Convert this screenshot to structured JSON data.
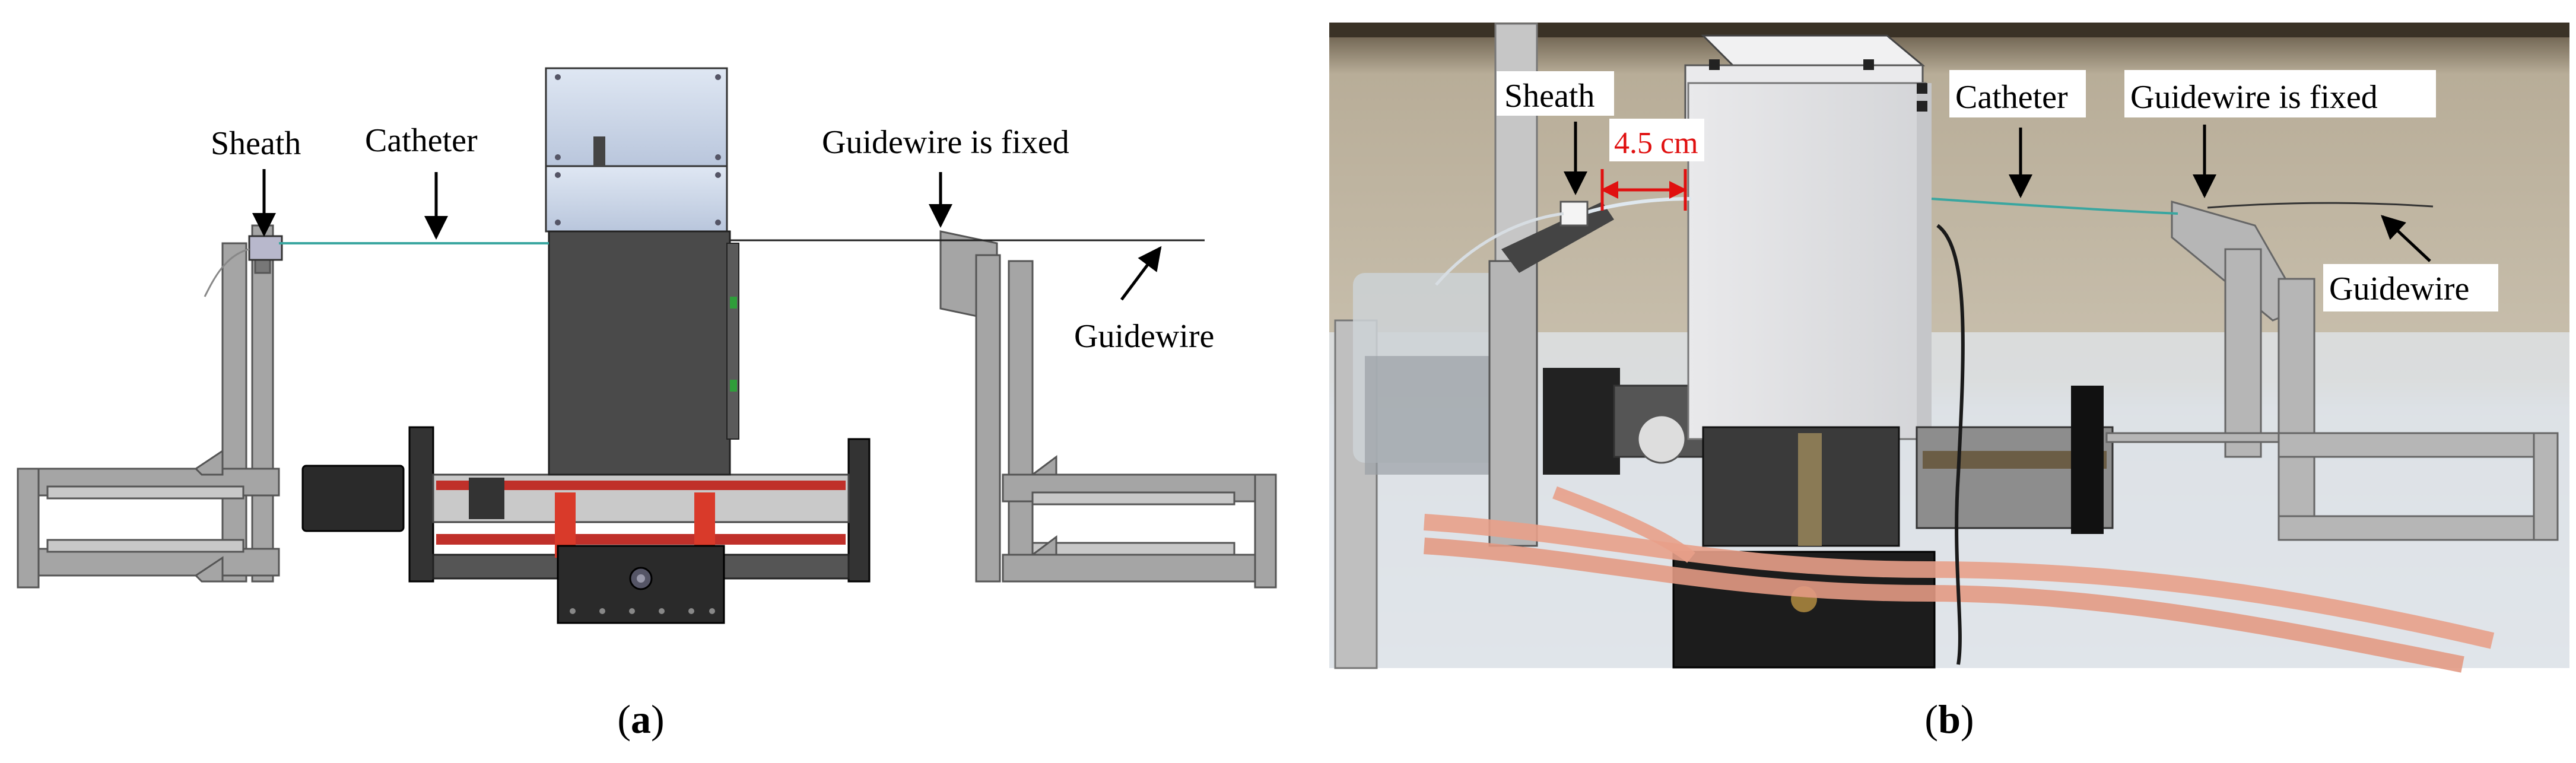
{
  "panel_a": {
    "labels": {
      "sheath": "Sheath",
      "catheter": "Catheter",
      "guidewire_fixed": "Guidewire is fixed",
      "guidewire": "Guidewire"
    },
    "caption": {
      "open": "(",
      "letter": "a",
      "close": ")"
    }
  },
  "panel_b": {
    "labels": {
      "sheath": "Sheath",
      "distance": "4.5 cm",
      "catheter": "Catheter",
      "guidewire_fixed": "Guidewire is fixed",
      "guidewire": "Guidewire"
    },
    "caption": {
      "open": "(",
      "letter": "b",
      "close": ")"
    }
  },
  "colors": {
    "catheter": "#3aa6a0",
    "frame": "#9a9a9a",
    "body_dark": "#4a4a4a",
    "screw_red": "#c0302a",
    "hose": "#e8a08a",
    "dimension": "#e01010"
  }
}
